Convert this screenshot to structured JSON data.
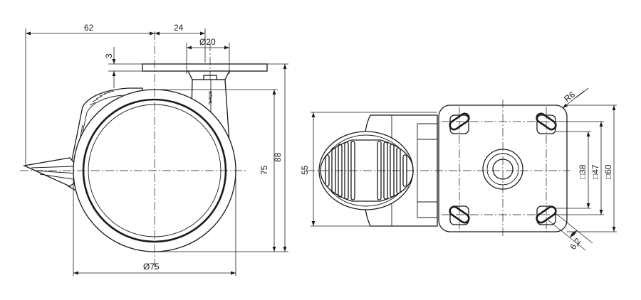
{
  "side_view": {
    "dimensions": {
      "offset_width": "62",
      "stem_offset": "24",
      "stem_diameter": "Ø20",
      "plate_thickness": "3",
      "wheel_height": "75",
      "total_height": "88",
      "wheel_diameter": "Ø75"
    },
    "brand_mark": "STAHL"
  },
  "top_view": {
    "dimensions": {
      "body_width": "55",
      "corner_radius": "R6",
      "hole_pitch_small": "□38",
      "hole_pitch_large": "□47",
      "plate_size": "□60",
      "slot_size": "6,2"
    }
  }
}
